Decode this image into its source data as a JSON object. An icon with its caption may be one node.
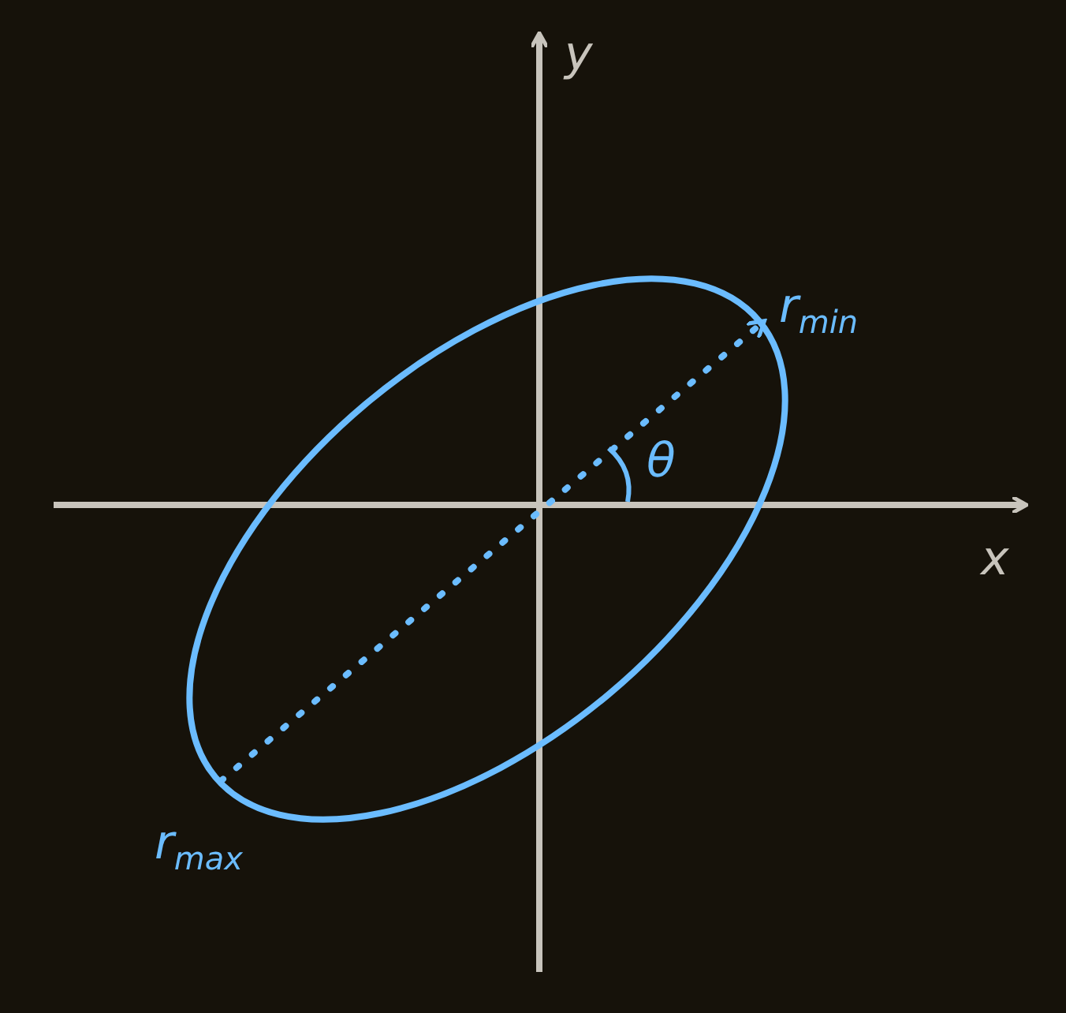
{
  "diagram": {
    "labels": [
      "y",
      "r$_{min}$",
      "θ",
      "x",
      "r$_{max}$"
    ]
  }
}
